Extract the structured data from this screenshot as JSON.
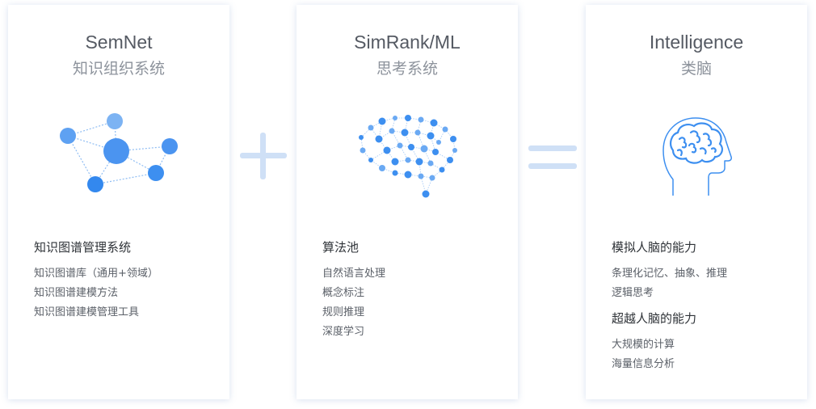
{
  "cards": [
    {
      "title": "SemNet",
      "subtitle": "知识组织系统",
      "sections": [
        {
          "heading": "知识图谱管理系统",
          "items": [
            "知识图谱库（通用+领域）",
            "知识图谱建模方法",
            "知识图谱建模管理工具"
          ]
        }
      ]
    },
    {
      "title": "SimRank/ML",
      "subtitle": "思考系统",
      "sections": [
        {
          "heading": "算法池",
          "items": [
            "自然语言处理",
            "概念标注",
            "规则推理",
            "深度学习"
          ]
        }
      ]
    },
    {
      "title": "Intelligence",
      "subtitle": "类脑",
      "sections": [
        {
          "heading": "模拟人脑的能力",
          "items": [
            "条理化记忆、抽象、推理",
            "逻辑思考"
          ]
        },
        {
          "heading": "超越人脑的能力",
          "items": [
            "大规模的计算",
            "海量信息分析"
          ]
        }
      ]
    }
  ],
  "operators": {
    "plus": "plus-icon",
    "equals": "equals-icon"
  },
  "icons": {
    "network": "knowledge-graph-icon",
    "brain_network": "brain-network-icon",
    "head": "head-brain-icon"
  },
  "colors": {
    "accent": "#3d8ff0",
    "operator": "#cfe0f6",
    "title": "#555a63",
    "subtitle": "#8d939c"
  }
}
